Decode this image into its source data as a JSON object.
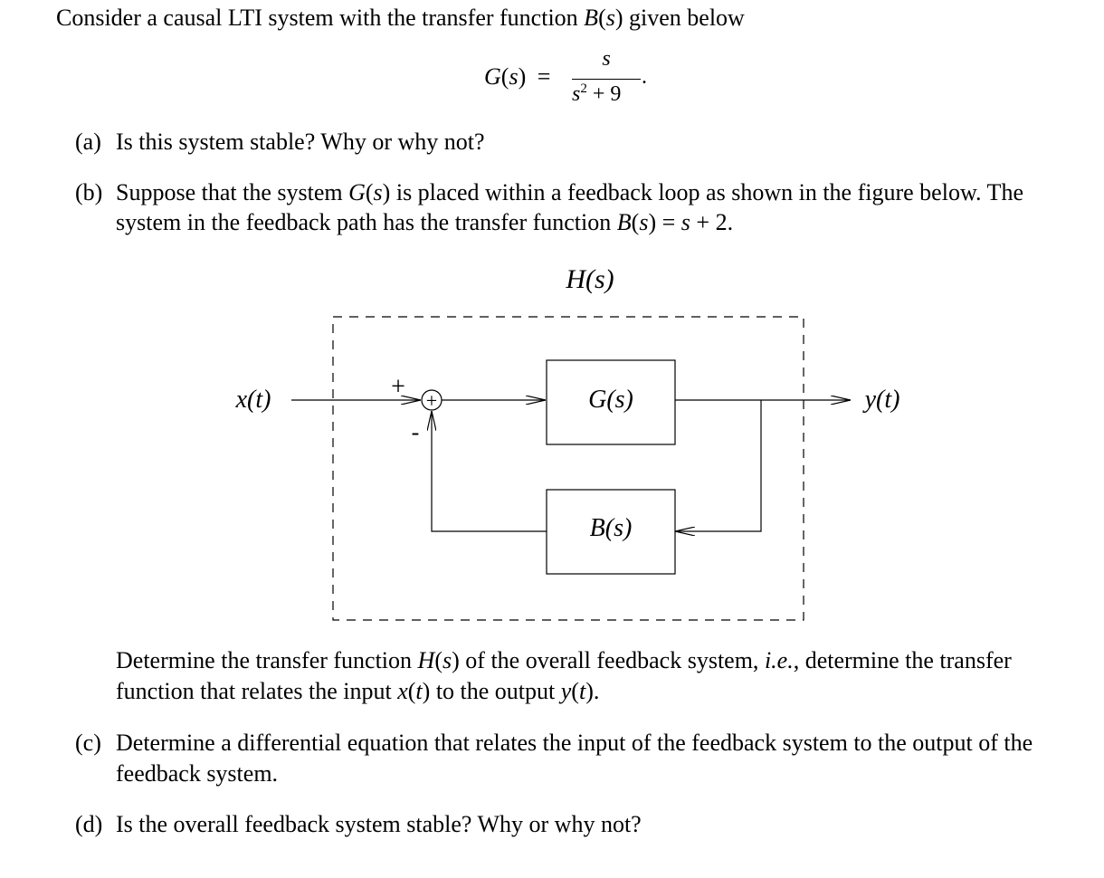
{
  "intro": {
    "pre": "Consider a causal LTI system with the transfer function ",
    "func": "B",
    "var": "s",
    "post": " given below"
  },
  "equation": {
    "lhs_func": "G",
    "lhs_var": "s",
    "equals": "=",
    "numerator": "s",
    "denominator_base": "s",
    "denominator_exp": "2",
    "denominator_rest": "+ 9",
    "period": "."
  },
  "parts": {
    "a": {
      "label": "(a)",
      "text": "Is this system stable? Why or why not?"
    },
    "b": {
      "label": "(b)",
      "line1_pre": "Suppose that the system ",
      "line1_func": "G",
      "line1_var": "s",
      "line1_post": " is placed within a feedback loop as shown in the figure below. The",
      "line2_pre": "system in the feedback path has the transfer function ",
      "line2_func": "B",
      "line2_var": "s",
      "line2_eq": " = ",
      "line2_rhs_var": "s",
      "line2_rhs_rest": " + 2."
    },
    "c": {
      "label": "(c)",
      "line1": "Determine a differential equation that relates the input of the feedback system to the output of the",
      "line2": "feedback system."
    },
    "d": {
      "label": "(d)",
      "text": "Is the overall feedback system stable? Why or why not?"
    }
  },
  "diagram": {
    "h_label": "H(s)",
    "input_label": "x(t)",
    "output_label": "y(t)",
    "g_block": "G(s)",
    "b_block": "B(s)",
    "plus_sign": "+",
    "minus_sign": "-",
    "sum_symbol": "+"
  },
  "determine": {
    "line1_pre": "Determine the transfer function ",
    "line1_h": "H",
    "line1_hvar": "s",
    "line1_mid": " of the overall feedback system, ",
    "line1_ie": "i.e.",
    "line1_post": ", determine the transfer",
    "line2_pre": "function that relates the input ",
    "line2_x": "x",
    "line2_xvar": "t",
    "line2_mid": " to the output ",
    "line2_y": "y",
    "line2_yvar": "t",
    "line2_post": "."
  }
}
